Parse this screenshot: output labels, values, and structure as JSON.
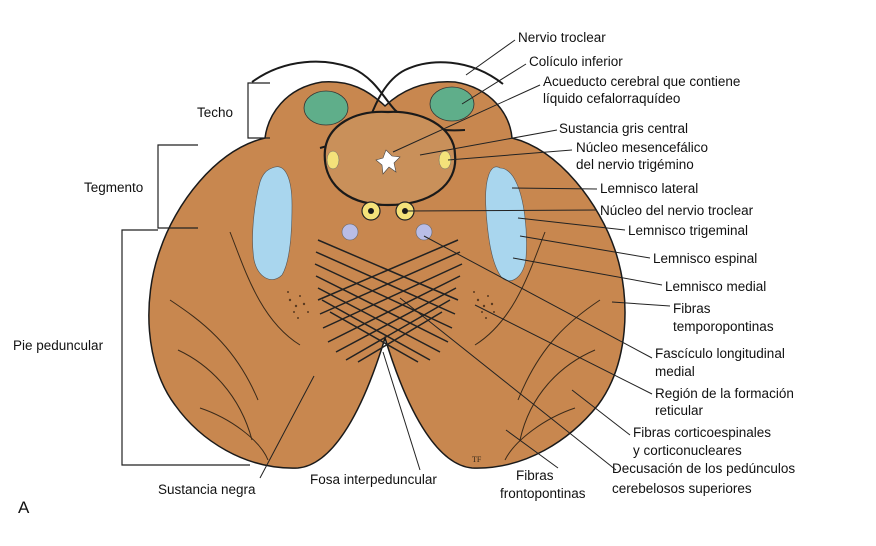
{
  "panel_letter": "A",
  "colors": {
    "tissue": "#c8874f",
    "outline": "#1a1a1a",
    "colliculus": "#5fae8a",
    "lemniscus": "#a9d6ee",
    "nucleus_yellow": "#f4e27a",
    "gray_dot": "#b9bde6",
    "gray_matter": "#c9905a"
  },
  "left_labels": {
    "techo": "Techo",
    "tegmento": "Tegmento",
    "pie": "Pie peduncular"
  },
  "bottom_labels": {
    "sustancia_negra": "Sustancia negra",
    "fosa": "Fosa interpeduncular",
    "fibras_fronto_1": "Fibras",
    "fibras_fronto_2": "frontopontinas"
  },
  "right_labels": {
    "troclear": "Nervio troclear",
    "coliculo": "Colículo inferior",
    "acueducto_1": "Acueducto cerebral que contiene",
    "acueducto_2": "líquido cefalorraquídeo",
    "gris": "Sustancia gris central",
    "mesencef_1": "Núcleo mesencefálico",
    "mesencef_2": "del nervio trigémino",
    "lem_lateral": "Lemnisco lateral",
    "nuc_troclear": "Núcleo del nervio troclear",
    "lem_trigeminal": "Lemnisco trigeminal",
    "lem_espinal": "Lemnisco espinal",
    "lem_medial": "Lemnisco medial",
    "temporo_1": "Fibras",
    "temporo_2": "temporopontinas",
    "fasciculo_1": "Fascículo longitudinal",
    "fasciculo_2": "medial",
    "reticular_1": "Región de la formación",
    "reticular_2": "reticular",
    "cortico_1": "Fibras corticoespinales",
    "cortico_2": "y corticonucleares",
    "decusacion_1": "Decusación de los pedúnculos",
    "decusacion_2": "cerebelosos superiores"
  }
}
